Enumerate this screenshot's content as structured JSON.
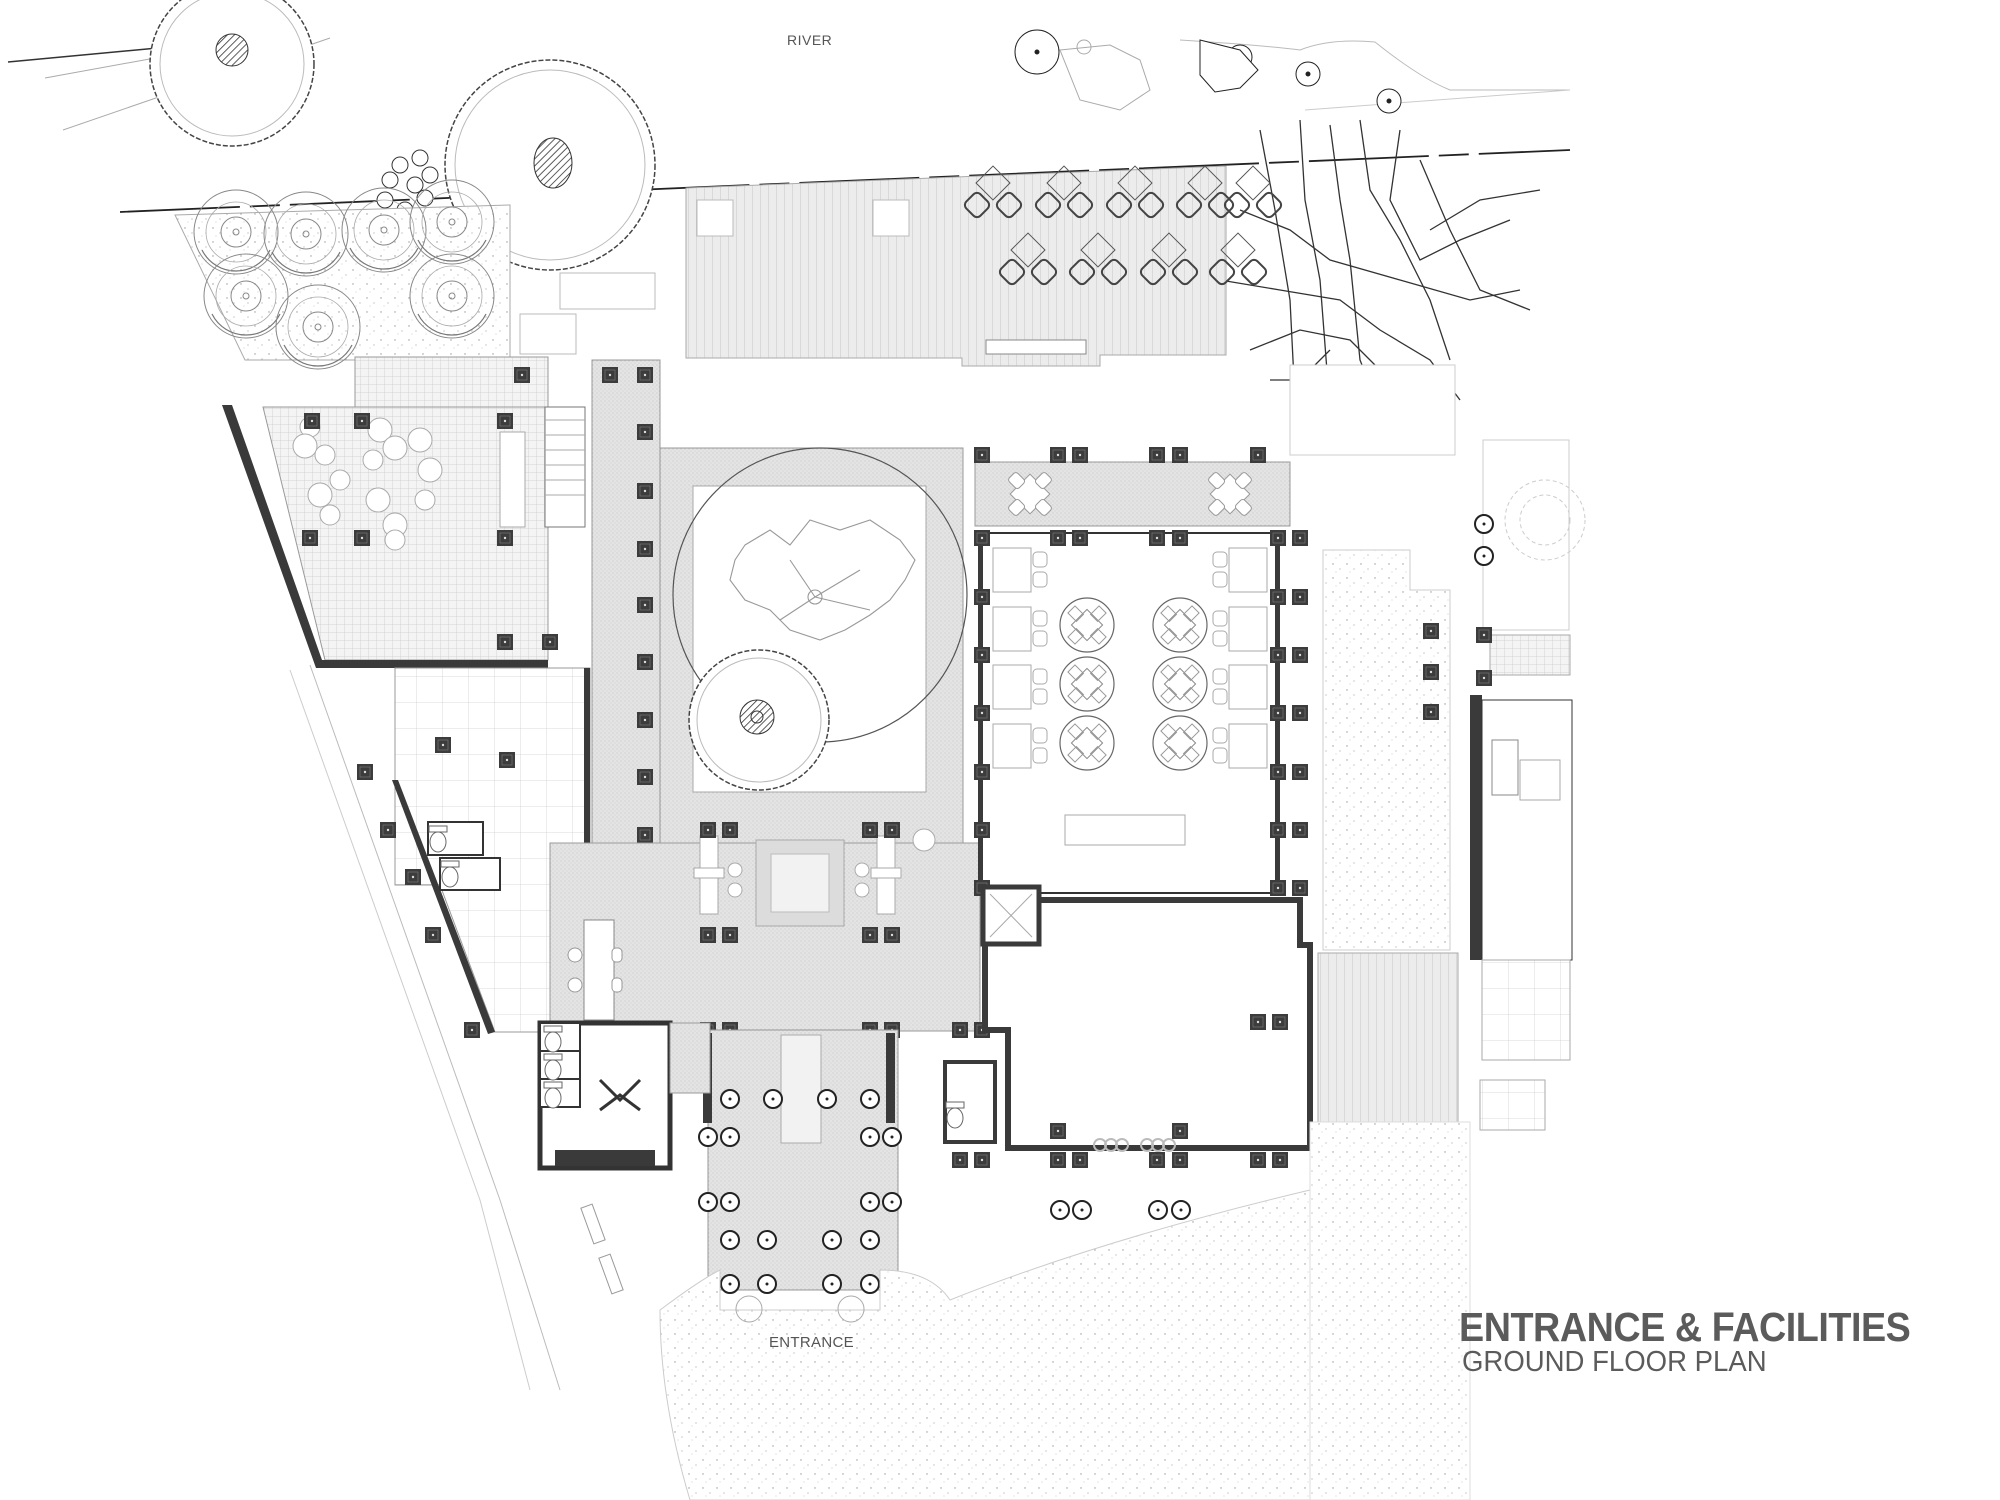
{
  "drawing": {
    "title": "ENTRANCE & FACILITIES",
    "subtitle": "GROUND FLOOR PLAN",
    "labels": {
      "river": "RIVER",
      "entrance": "ENTRANCE"
    }
  },
  "colors": {
    "background": "#ffffff",
    "wall": "#3a3a3a",
    "column": "#3c3c3c",
    "paving_fill": "#e2e2e2",
    "deck_fill": "#e6e6e6",
    "line": "#555555",
    "light_line": "#aaaaaa",
    "title_text": "#5b5b5b"
  },
  "zones": [
    {
      "name": "river-bank-landscape",
      "label": ""
    },
    {
      "name": "riverside-deck-terrace",
      "label": ""
    },
    {
      "name": "garden-lounge-terrace",
      "label": ""
    },
    {
      "name": "central-courtyard-with-tree",
      "label": ""
    },
    {
      "name": "main-colonnade-hall",
      "label": ""
    },
    {
      "name": "banquet-dining-hall",
      "label": ""
    },
    {
      "name": "multipurpose-room",
      "label": ""
    },
    {
      "name": "lobby-reflecting-pool",
      "label": ""
    },
    {
      "name": "entrance-portico",
      "label": ""
    },
    {
      "name": "restrooms",
      "label": ""
    },
    {
      "name": "west-wing-lounge",
      "label": ""
    },
    {
      "name": "east-guest-suite",
      "label": ""
    },
    {
      "name": "entrance-driveway",
      "label": ""
    }
  ],
  "furniture": {
    "dining_round_tables": 6,
    "dining_booths": 8,
    "deck_lounge_chair_groups": 9,
    "terrace_square_tables": 2
  }
}
